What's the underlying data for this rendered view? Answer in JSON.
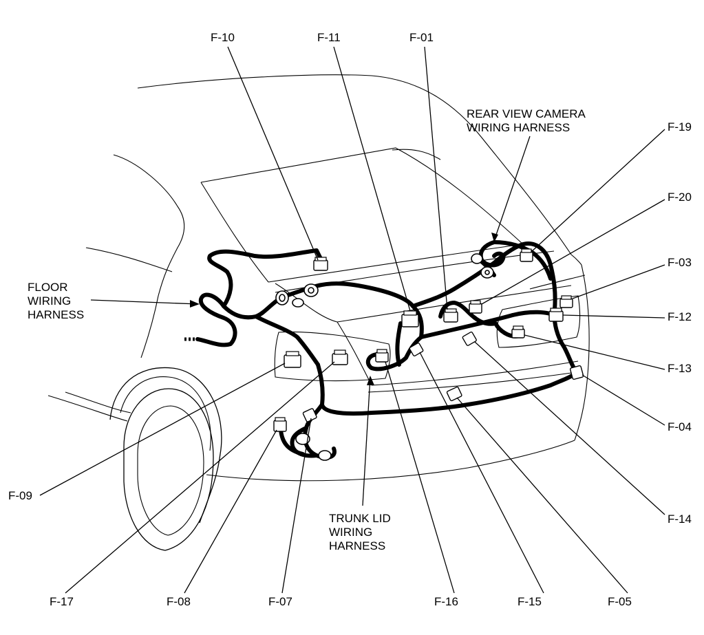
{
  "labels": {
    "f10": "F-10",
    "f11": "F-11",
    "f01": "F-01",
    "f19": "F-19",
    "f20": "F-20",
    "f03": "F-03",
    "f12": "F-12",
    "f13": "F-13",
    "f04": "F-04",
    "f14": "F-14",
    "f05": "F-05",
    "f15": "F-15",
    "f16": "F-16",
    "f07": "F-07",
    "f08": "F-08",
    "f17": "F-17",
    "f09": "F-09"
  },
  "harness_labels": {
    "rear_view_camera": "REAR VIEW CAMERA\nWIRING HARNESS",
    "floor": "FLOOR\nWIRING\nHARNESS",
    "trunk_lid": "TRUNK LID\nWIRING\nHARNESS"
  }
}
